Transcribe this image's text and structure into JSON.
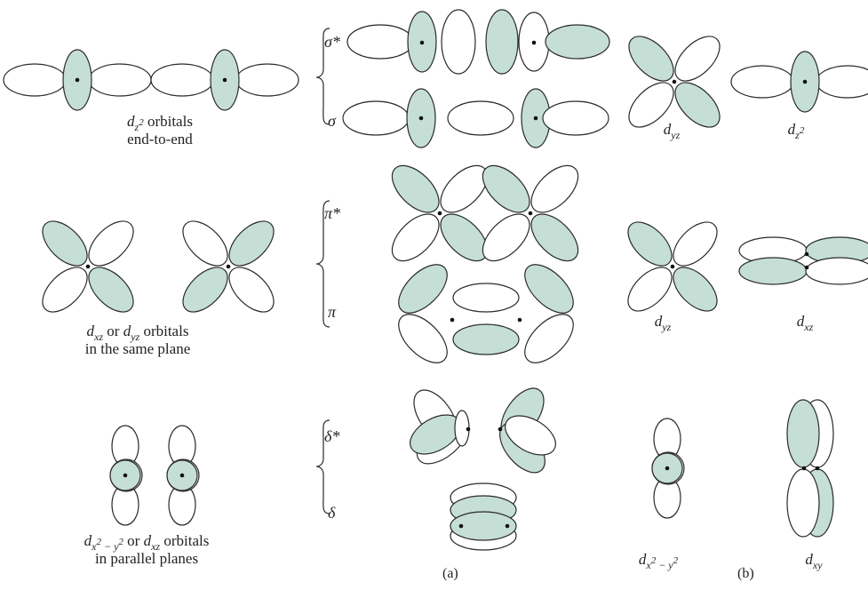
{
  "colors": {
    "shaded": "#c6dfd6",
    "stroke": "#2a2a2a",
    "background": "#ffffff"
  },
  "labels": {
    "dz2_group": {
      "line1_suffix": "orbitals",
      "line2": "end-to-end"
    },
    "dxz_group": {
      "or_text": "or",
      "line1_suffix": "orbitals",
      "line2": "in the same plane"
    },
    "dx2y2_group": {
      "or_text": "or",
      "line1_suffix": "orbitals",
      "line2": "in parallel planes"
    },
    "mo_labels": {
      "sigma_star": "σ*",
      "sigma": "σ",
      "pi_star": "π*",
      "pi": "π",
      "delta_star": "δ*",
      "delta": "δ"
    },
    "panel_b": {
      "d_letter": "d",
      "dyz_sub": "yz",
      "dxz_sub": "xz",
      "dxy_sub": "xy",
      "z": "z",
      "x": "x",
      "y": "y",
      "minus": " − ",
      "sq": "2"
    }
  },
  "captions": {
    "a": "(a)",
    "b": "(b)"
  }
}
